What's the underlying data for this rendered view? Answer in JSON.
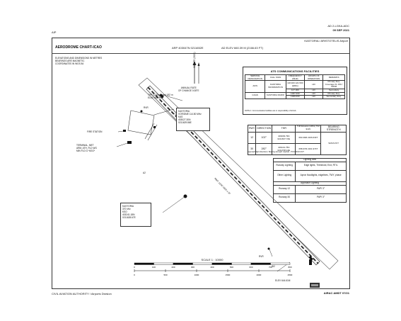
{
  "header": {
    "ad_code": "AD 2-LGKA-ADC",
    "date": "09 SEP 2021",
    "aip": "AIP",
    "airport": "KASTORIA / ARISTOTELIS Airport"
  },
  "chart": {
    "title": "AERODROME CHART-ICAO",
    "arp": "ARP 403047N 0211652E",
    "elev": "AD ELEV 660.39 M (2166.63 FT)",
    "notes": [
      "ELEVATIONS AND DIMENSIONS IN METRES",
      "BEARINGS ARE MAGNETIC",
      "COORDINATES IN WGS 84"
    ],
    "var_label": "VAR 4°E (2021)",
    "annual_rate": "ANNUAL RATE\nOF CHANGE 0.08°E"
  },
  "ats": {
    "title": "ATS COMMUNICATIONS FACILITIES",
    "headers": [
      "SERVICE DESIGNATION",
      "CALL SIGN",
      "FREQUENCY (MHZ)",
      "HOURS OF OPERATION",
      "REMARKS"
    ],
    "rows": [
      [
        "AFIS",
        "KASTORIA INFORMATION",
        "118.400 121.500 (EMG)",
        "HO",
        "Primary freq. Coverage FL 150 / 50NM"
      ],
      [
        "",
        "",
        "127.000",
        "HO",
        "Secondary"
      ],
      [
        "CAGS",
        "KASTORIA RADIO",
        "1007.000",
        "HO",
        "Primary freq."
      ],
      [
        "",
        "",
        "1009.000",
        "HO",
        "Secondary freq."
      ]
    ],
    "footnote": "NOTE 1: Communication facilities are in responsibility of HCAA."
  },
  "runways": {
    "headers": [
      "RWY",
      "DIRECTION",
      "THR",
      "THR Elevation (AMSL) TDZ ELEV",
      "BEARING STRENGTH"
    ],
    "rows": [
      [
        "12",
        "102°",
        "403039.79N 0211637.72E",
        "660.39M 2166.63FT"
      ],
      [
        "30",
        "282°",
        "403101.75N 0211708.14E",
        "658.97M 2161.97FT"
      ]
    ],
    "pcn": "52/F/C/X/T",
    "footnote": "Approach light directions: Bearing strength: Asphalt - PCN 52/F/C/X/T"
  },
  "lighting": {
    "title": "Lighting Aids",
    "rows": [
      [
        "Runway Lighting",
        "Edge lights, Threshold, End, RTIL"
      ],
      [
        "Other Lighting",
        "Apron floodlights, edgelines, TWY, phase"
      ]
    ],
    "approach_title": "Approach Lighting",
    "approach_rows": [
      [
        "Runway 12",
        "PAPI 3°"
      ],
      [
        "Runway 30",
        "PAPI 3°"
      ]
    ]
  },
  "labels": {
    "thr12": "THR 12 Displaced 182 m\nELEV 660.39M",
    "rvr_top": "RVR",
    "fire_station": "FIRE STATION",
    "terminal": "TERMINAL, MET\nARM, ATH, FLD WG\nMIN FLD G *6GO*",
    "a2": "A2",
    "rvr_bottom": "RVR",
    "w2": "W2",
    "elev_bottom": "ELEV 644.61M",
    "runway_dims": "RWY 12/30 1800 x 30"
  },
  "callouts": {
    "vor": {
      "title": "KASTORIA",
      "line1": "VOR/DME 114.50 MHz",
      "line2": "KAS",
      "line3": "403027.30N\n0211629.86E"
    },
    "ndb": {
      "title": "KASTORIA",
      "line1": "370 kHz",
      "line2": "KSO",
      "line3": "403241.18N\n0211628.67E"
    }
  },
  "scale": {
    "label": "SCALE 1 : 10000",
    "meters": [
      "0",
      "100",
      "200",
      "300",
      "400",
      "500",
      "600",
      "700",
      "800"
    ],
    "feet": [
      "0",
      "500",
      "1000",
      "1500",
      "2000",
      "2500"
    ]
  },
  "footer": {
    "authority": "CIVIL AVIATION AUTHORITY / Airports Division",
    "airac": "AIRAC AMDT 07/21"
  }
}
